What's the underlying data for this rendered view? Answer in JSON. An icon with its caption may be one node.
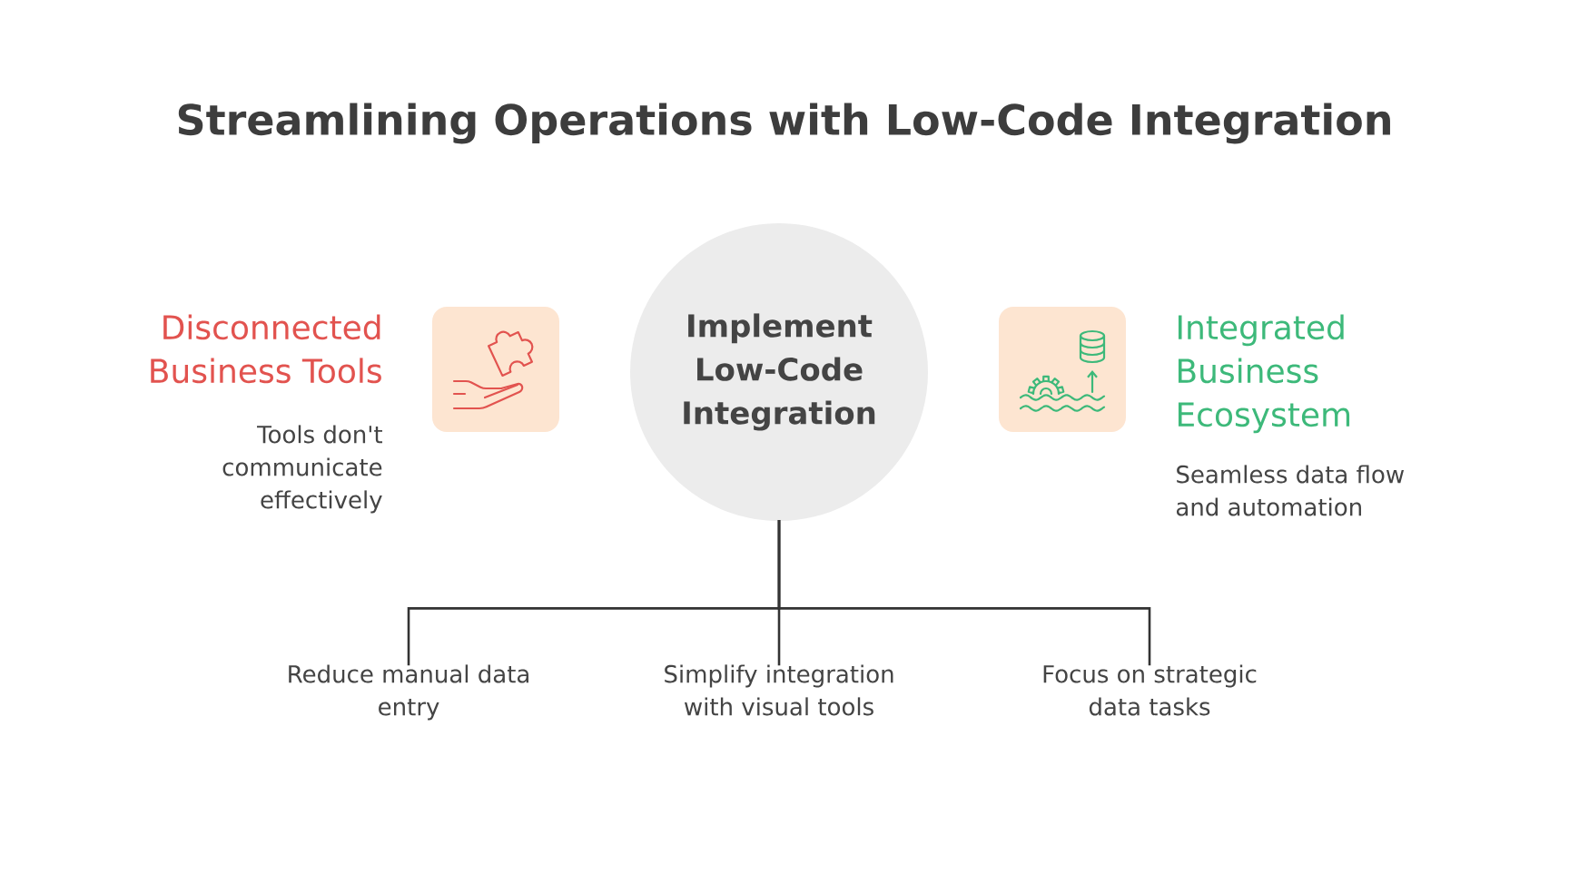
{
  "diagram": {
    "title": "Streamlining Operations with Low-Code Integration",
    "nodes": [
      {
        "text": [
          "Disconnected Business Tools",
          "Tools don't communicate effectively"
        ]
      },
      {
        "text": [
          "Implement Low-Code Integration"
        ]
      },
      {
        "text": [
          "Integrated Business Ecosystem",
          "Seamless data flow and automation"
        ]
      },
      {
        "text": [
          "Reduce manual data entry"
        ]
      },
      {
        "text": [
          "Simplify integration with visual tools"
        ]
      },
      {
        "text": [
          "Focus on strategic data tasks"
        ]
      }
    ],
    "edges": [
      {
        "from": 1,
        "to": 3,
        "arrow": "none"
      },
      {
        "from": 1,
        "to": 4,
        "arrow": "none"
      },
      {
        "from": 1,
        "to": 5,
        "arrow": "none"
      }
    ]
  }
}
